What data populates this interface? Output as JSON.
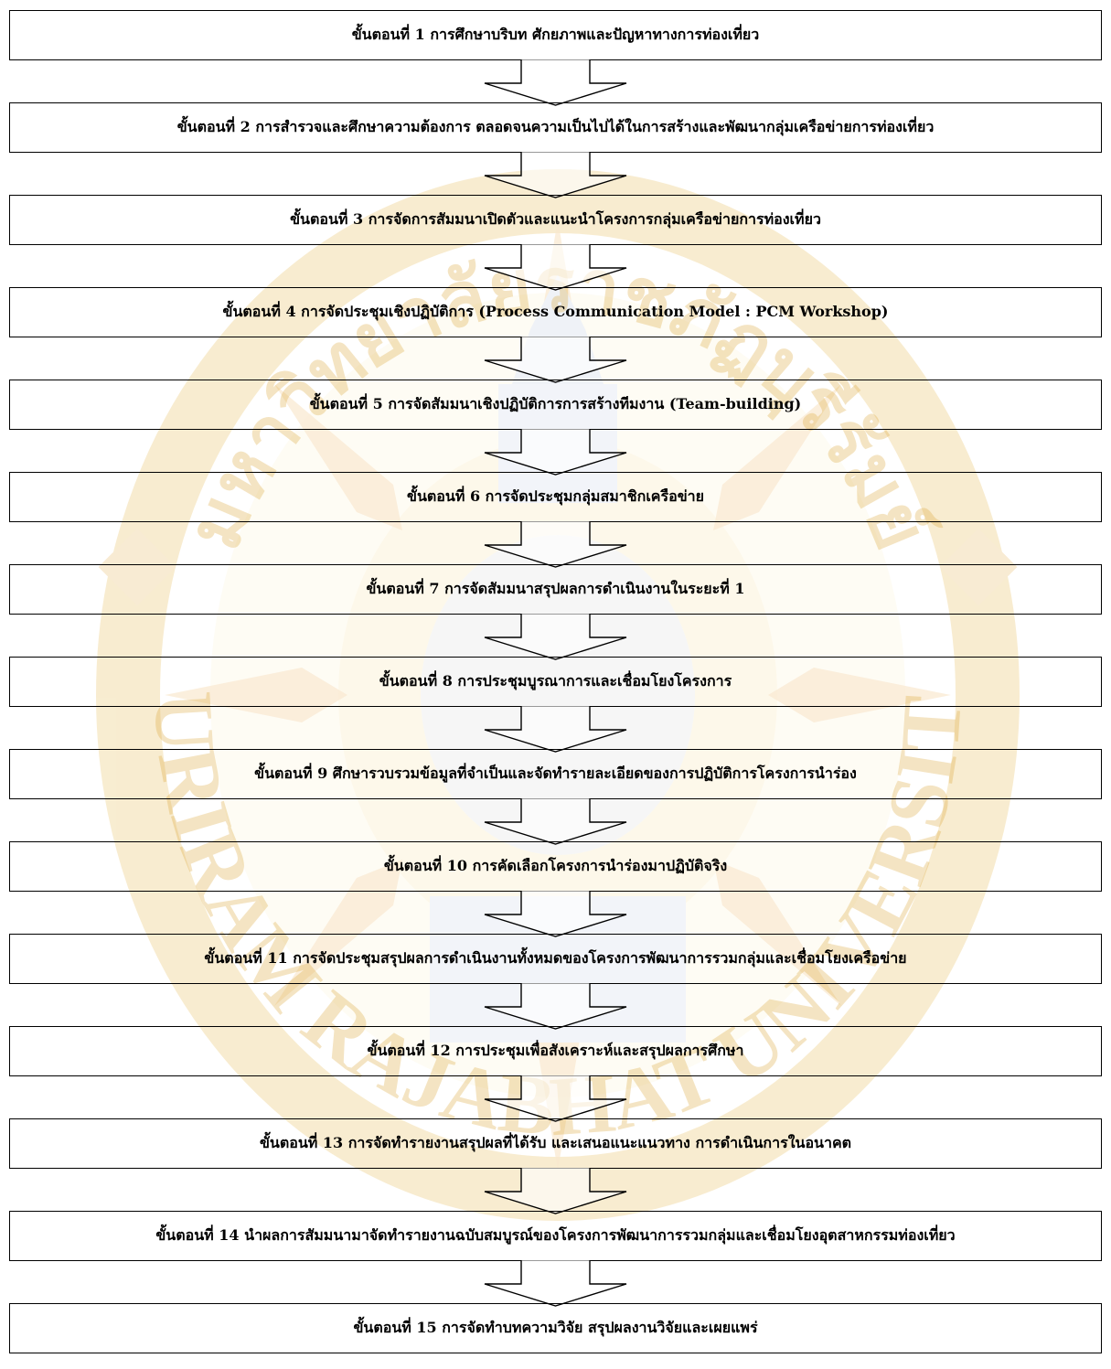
{
  "colors": {
    "border": "#000000",
    "text": "#000000",
    "watermark_seal": "#f2cf6a",
    "watermark_ring": "#e0ac2e",
    "watermark_center": "#cfd8e6"
  },
  "watermark": {
    "kind": "university-seal",
    "arc_top": "มหาวิทยาลัยราชภัฏบุรีรัมย์",
    "arc_bottom": "BURIRAM RAJABHAT UNIVERSITY"
  },
  "steps": [
    {
      "label": "ขั้นตอนที่ 1 การศึกษาบริบท ศักยภาพและปัญหาทางการท่องเที่ยว"
    },
    {
      "label": "ขั้นตอนที่ 2 การสำรวจและศึกษาความต้องการ ตลอดจนความเป็นไปได้ในการสร้างและพัฒนากลุ่มเครือข่ายการท่องเที่ยว"
    },
    {
      "label": "ขั้นตอนที่ 3 การจัดการสัมมนาเปิดตัวและแนะนำโครงการกลุ่มเครือข่ายการท่องเที่ยว"
    },
    {
      "label": "ขั้นตอนที่ 4 การจัดประชุมเชิงปฏิบัติการ (Process Communication Model : PCM Workshop)"
    },
    {
      "label": "ขั้นตอนที่ 5 การจัดสัมมนาเชิงปฏิบัติการการสร้างทีมงาน (Team-building)"
    },
    {
      "label": "ขั้นตอนที่ 6 การจัดประชุมกลุ่มสมาชิกเครือข่าย"
    },
    {
      "label": "ขั้นตอนที่ 7 การจัดสัมมนาสรุปผลการดำเนินงานในระยะที่ 1"
    },
    {
      "label": "ขั้นตอนที่ 8 การประชุมบูรณาการและเชื่อมโยงโครงการ"
    },
    {
      "label": "ขั้นตอนที่ 9 ศึกษารวบรวมข้อมูลที่จำเป็นและจัดทำรายละเอียดของการปฏิบัติการโครงการนำร่อง"
    },
    {
      "label": "ขั้นตอนที่ 10 การคัดเลือกโครงการนำร่องมาปฏิบัติจริง"
    },
    {
      "label": "ขั้นตอนที่ 11 การจัดประชุมสรุปผลการดำเนินงานทั้งหมดของโครงการพัฒนาการรวมกลุ่มและเชื่อมโยงเครือข่าย"
    },
    {
      "label": "ขั้นตอนที่ 12 การประชุมเพื่อสังเคราะห์และสรุปผลการศึกษา"
    },
    {
      "label": "ขั้นตอนที่ 13 การจัดทำรายงานสรุปผลที่ได้รับ และเสนอแนะแนวทาง การดำเนินการในอนาคต"
    },
    {
      "label": "ขั้นตอนที่ 14 นำผลการสัมมนามาจัดทำรายงานฉบับสมบูรณ์ของโครงการพัฒนาการรวมกลุ่มและเชื่อมโยงอุตสาหกรรมท่องเที่ยว"
    },
    {
      "label": "ขั้นตอนที่ 15 การจัดทำบทความวิจัย สรุปผลงานวิจัยและเผยแพร่"
    }
  ]
}
